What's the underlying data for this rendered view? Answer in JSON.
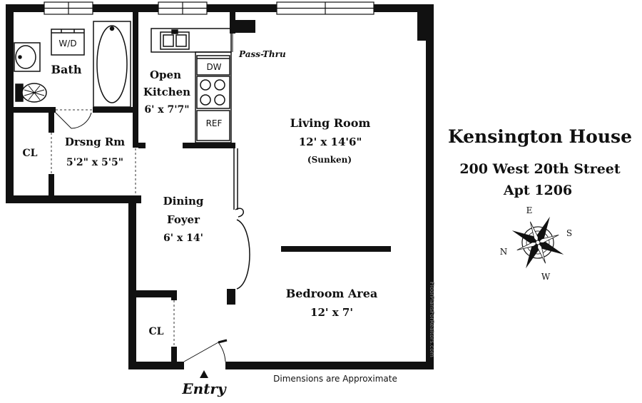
{
  "building": {
    "name": "Kensington House",
    "address": "200 West 20th Street",
    "unit": "Apt 1206"
  },
  "rooms": {
    "bath": "Bath",
    "washer_dryer": "W/D",
    "open_kitchen_line1": "Open",
    "open_kitchen_line2": "Kitchen",
    "open_kitchen_dims": "6' x 7'7\"",
    "dishwasher": "DW",
    "refrigerator": "REF",
    "pass_thru": "Pass-Thru",
    "closet_upper": "CL",
    "closet_lower": "CL",
    "dressing_room": "Drsng Rm",
    "dressing_room_dims": "5'2\" x 5'5\"",
    "dining_foyer_line1": "Dining",
    "dining_foyer_line2": "Foyer",
    "dining_foyer_dims": "6' x 14'",
    "living_room": "Living Room",
    "living_room_dims": "12' x 14'6\"",
    "living_room_note": "(Sunken)",
    "bedroom_area": "Bedroom Area",
    "bedroom_area_dims": "12' x 7'"
  },
  "compass": {
    "n": "N",
    "e": "E",
    "s": "S",
    "w": "W"
  },
  "footer": {
    "entry": "Entry",
    "disclaimer": "Dimensions are Approximate",
    "watermark": "FloorPlansForRealtors.com"
  }
}
